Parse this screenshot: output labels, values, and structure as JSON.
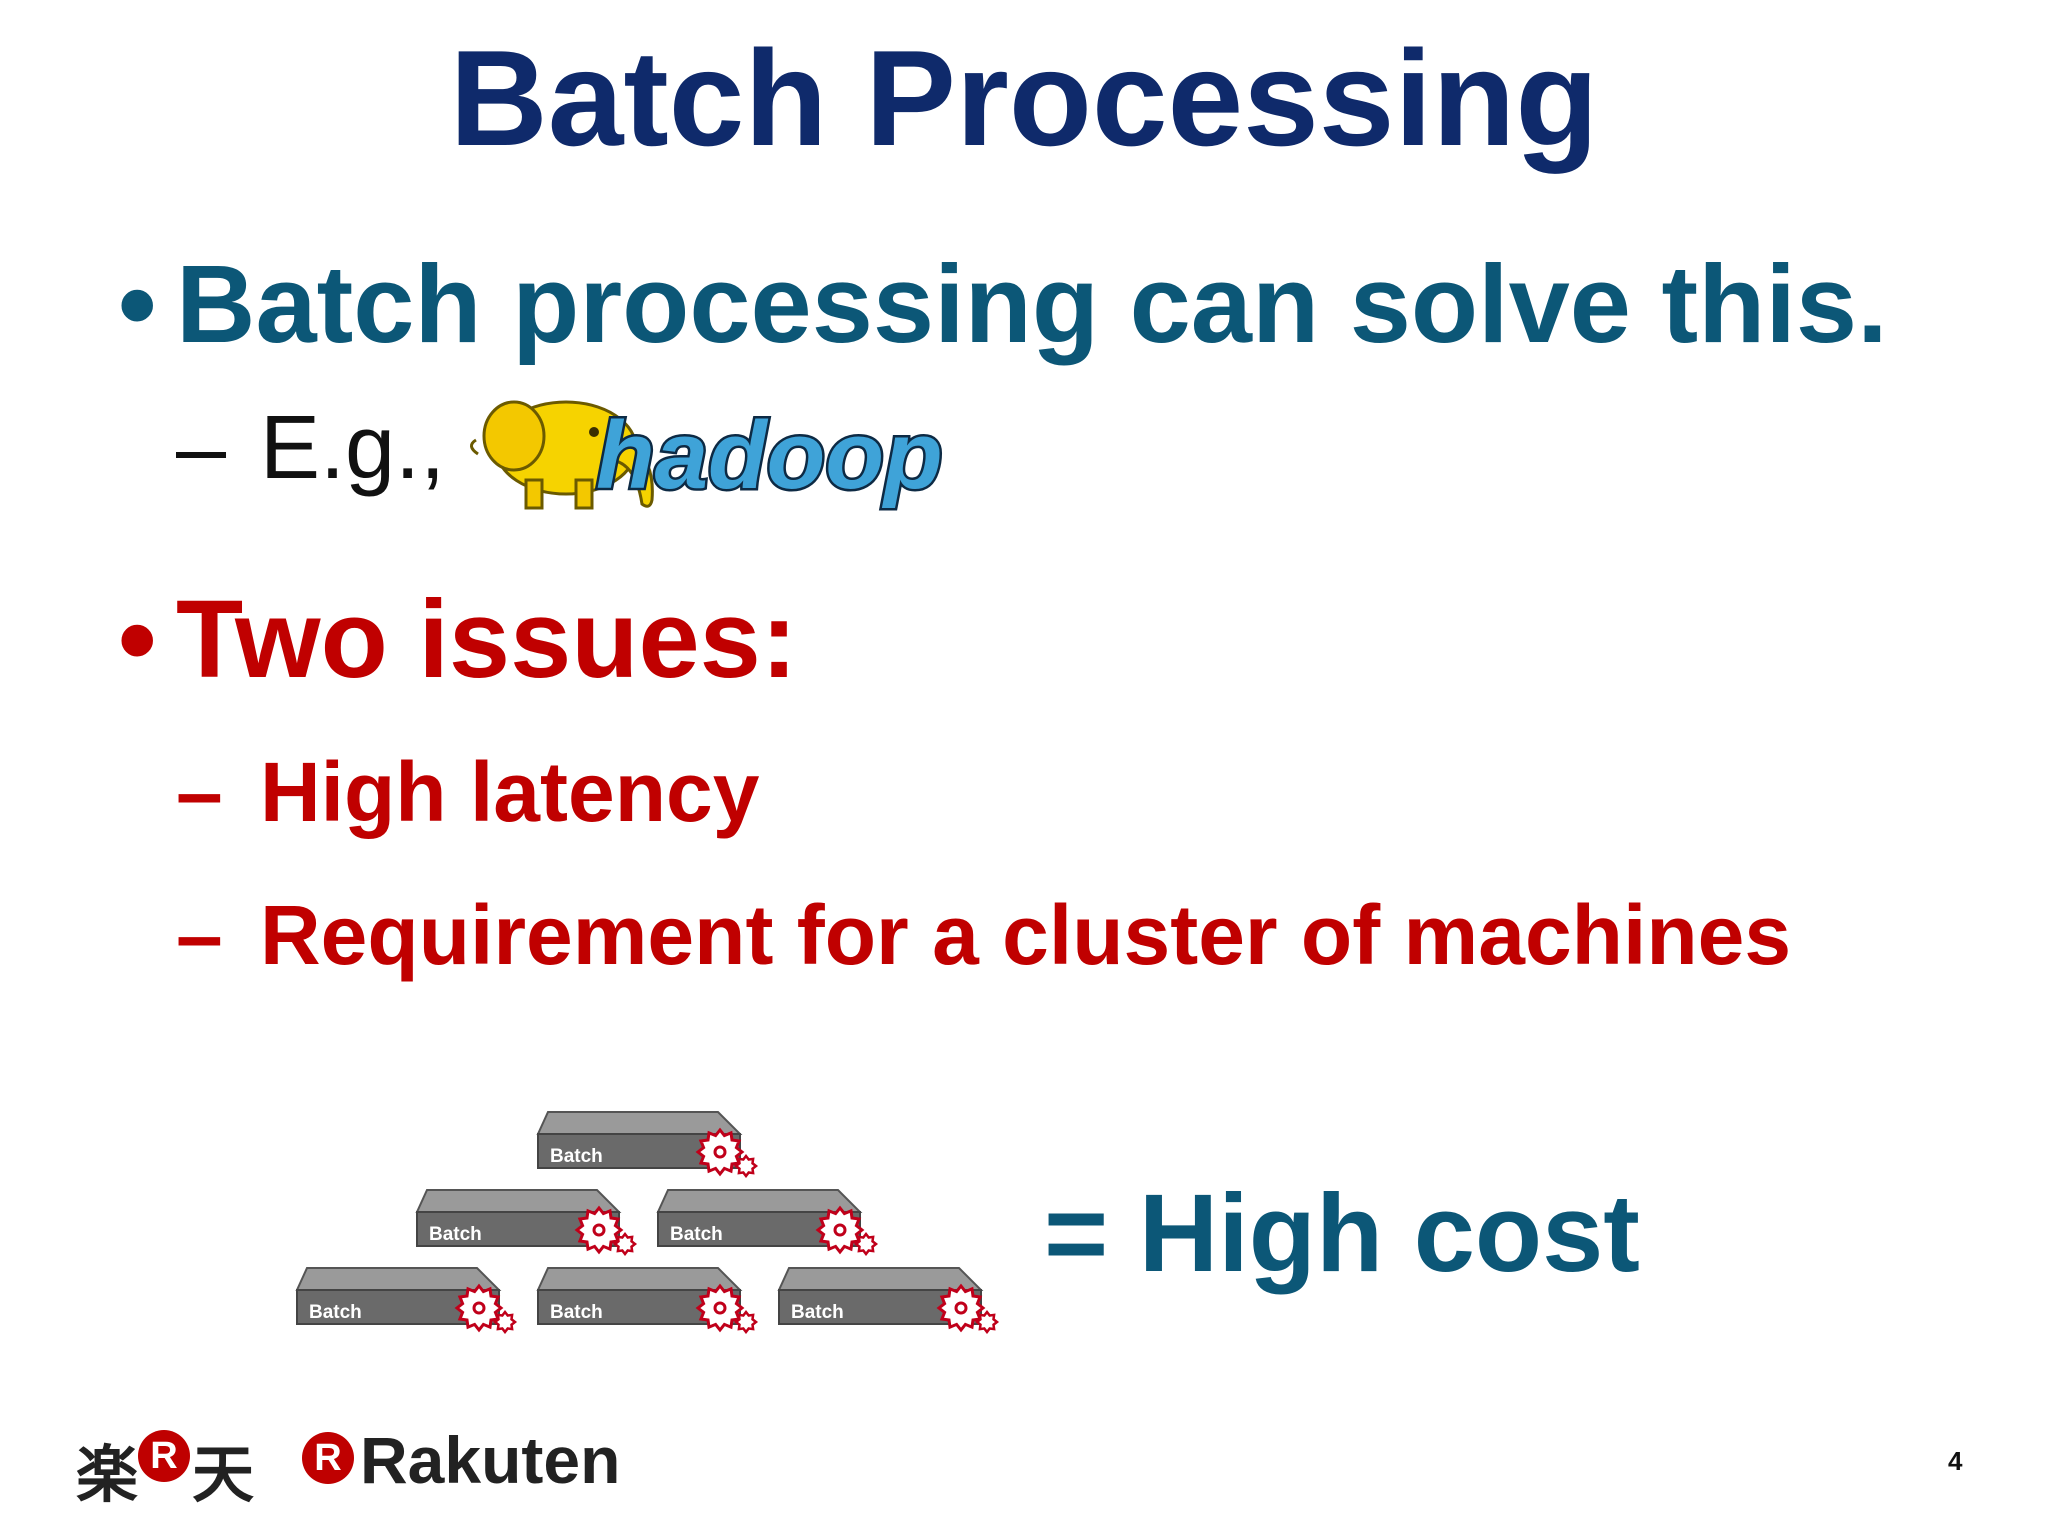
{
  "slide": {
    "title": "Batch Processing",
    "bullet1": {
      "marker": "•",
      "text": "Batch processing can solve this."
    },
    "sub1": {
      "marker": "–",
      "text": "E.g.,",
      "logo_text": "hadoop"
    },
    "bullet2": {
      "marker": "•",
      "text": "Two issues:"
    },
    "sub2": {
      "marker": "–",
      "text": "High latency"
    },
    "sub3": {
      "marker": "–",
      "text": "Requirement for a cluster of machines"
    },
    "server_label": "Batch",
    "cost_text": "= High cost",
    "footer": {
      "brand_kanji": "楽天",
      "brand_name": "Rakuten",
      "page_number": "4"
    }
  },
  "colors": {
    "title": "#0f2a6b",
    "teal": "#0c5777",
    "red": "#c00000",
    "server": "#6a6a6a",
    "gear": "#c0001a"
  }
}
